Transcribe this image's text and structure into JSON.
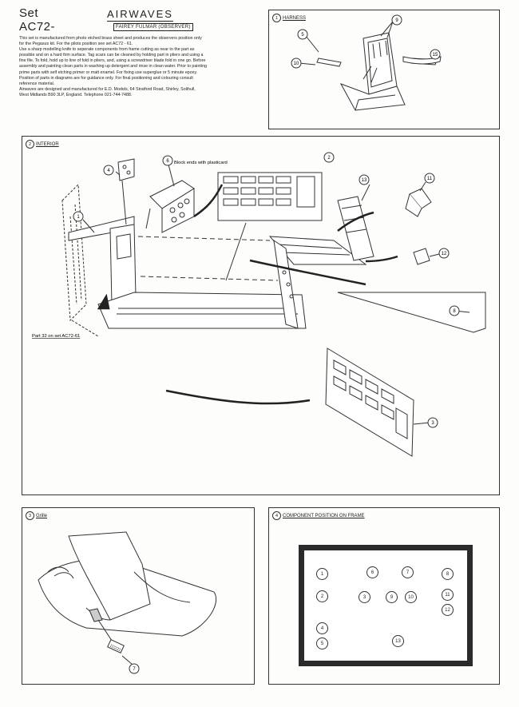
{
  "header": {
    "set_label": "Set",
    "code": "AC72-",
    "brand": "AIRWAVES",
    "subtitle": "FAIREY FULMAR (OBSERVER)"
  },
  "intro": [
    "This set is manufactured from photo etched brass sheet and produces the observers position only",
    "for the Pegasus kit. For the pilots position see set AC72 - 61.",
    "Use a sharp modelling knife to seperate components from frame cutting as near to the part as",
    "possible and on a hard firm surface. Tag scars can be cleaned by holding part in pliers and using a",
    "fine file. To fold, hold up to line of fold in pliers, and, using a screwdriver blade fold in one go. Before",
    "assembly and painting clean parts in washing up detergent and rinse in clean water. Prior to painting",
    "prime parts with self etching primer or matt enamel. For fixing use superglue or 5 minute epoxy.",
    "Position of parts in diagrams are for guidance only. For final positioning and colouring consult",
    "reference material.",
    "Airwaves are designed and manufactured for E.D. Models, 64 Stratford Road, Shirley, Solihull,",
    "West Midlands B90 3LP, England. Telephone 021-744-7488."
  ],
  "panels": {
    "harness": {
      "number": "1",
      "title": "HARNESS",
      "callouts": [
        "9",
        "5",
        "10",
        "15"
      ]
    },
    "interior": {
      "number": "2",
      "title": "INTERIOR",
      "note": "Block ends with plasticard",
      "part_ref": "Part 32 on set AC72-61",
      "callouts": [
        "4",
        "6",
        "2",
        "13",
        "11",
        "1",
        "12",
        "8",
        "3"
      ]
    },
    "grille": {
      "number": "3",
      "title": "Grille",
      "callouts": [
        "7"
      ]
    },
    "frame": {
      "number": "4",
      "title": "COMPONENT POSITION ON FRAME",
      "parts": [
        "1",
        "6",
        "7",
        "8",
        "2",
        "3",
        "9",
        "10",
        "11",
        "12",
        "4",
        "5",
        "13"
      ]
    }
  }
}
